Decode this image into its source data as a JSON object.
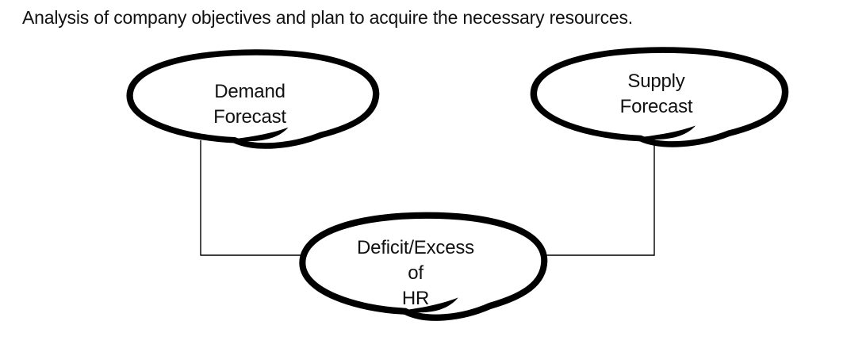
{
  "title": "Analysis of company objectives and plan to acquire the necessary resources.",
  "diagram": {
    "background": "#ffffff",
    "ink_color": "#000000",
    "text_color": "#111111",
    "nodes": {
      "demand": {
        "name": "Demand Forecast",
        "label_lines": [
          "Demand",
          "Forecast"
        ]
      },
      "supply": {
        "name": "Supply Forecast",
        "label_lines": [
          "Supply",
          "Forecast"
        ]
      },
      "deficit": {
        "name": "Deficit/Excess of HR",
        "label_lines": [
          "Deficit/Excess",
          "of",
          "HR"
        ]
      }
    },
    "edges": [
      {
        "from": "Demand Forecast",
        "to": "Deficit/Excess of HR",
        "style": "elbow-line"
      },
      {
        "from": "Supply Forecast",
        "to": "Deficit/Excess of HR",
        "style": "elbow-line"
      }
    ]
  }
}
